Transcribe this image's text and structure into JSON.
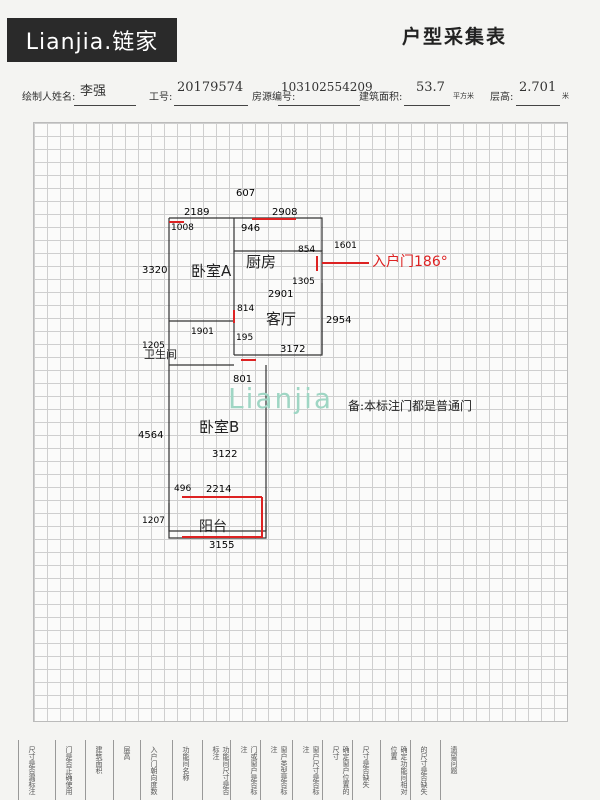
{
  "header": {
    "logo": "Lianjia.链家",
    "title": "户型采集表"
  },
  "fields": {
    "drawer_label": "绘制人姓名:",
    "drawer_value": "李强",
    "job_label": "工号:",
    "job_value": "20179574",
    "house_label": "房源编号:",
    "house_value": "103102554209",
    "area_label": "建筑面积:",
    "area_value": "53.7",
    "area_unit": "平方米",
    "height_label": "层高:",
    "height_value": "2.701",
    "height_unit": "米"
  },
  "plan": {
    "rooms": [
      "卧室A",
      "厨房",
      "客厅",
      "卫生间",
      "卧室B",
      "阳台"
    ],
    "dims": [
      "607",
      "2189",
      "2908",
      "1008",
      "946",
      "854",
      "1601",
      "3320",
      "1305",
      "2901",
      "2954",
      "814",
      "1901",
      "195",
      "1205",
      "3172",
      "801",
      "4564",
      "3122",
      "496",
      "2214",
      "1207",
      "3155"
    ],
    "direction": "入户门186°",
    "watermark": "Lianjia",
    "note": "备:本标注门都是普通门"
  },
  "footer": {
    "columns": [
      "尺寸是否漏标注",
      "门是否正确使用",
      "建筑面积",
      "层高",
      "入户门朝向度数",
      "功能间名称",
      "功能间尺寸是否标注",
      "门或窗户是否标注",
      "窗户类型是否标注",
      "窗户尺寸是否标注",
      "确定窗户位置的尺寸",
      "尺寸是否缺失",
      "确定功能间相对位置",
      "的尺寸是否缺失",
      "遗留问题"
    ]
  }
}
